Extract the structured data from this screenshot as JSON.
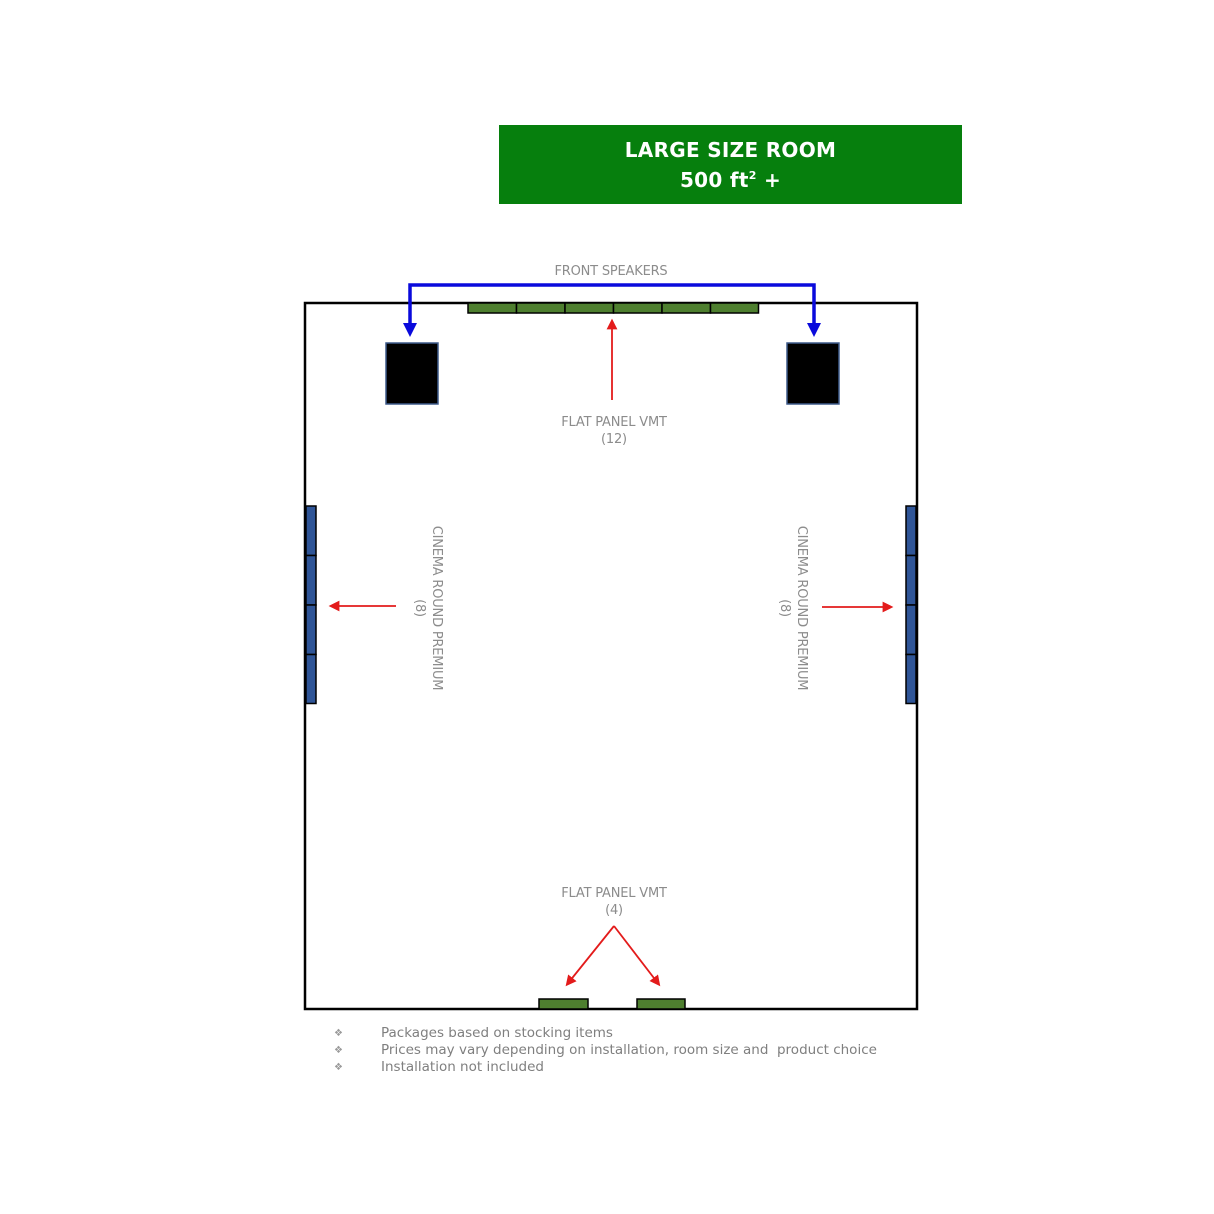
{
  "header": {
    "title": "LARGE SIZE ROOM",
    "size_value": "500 ft",
    "size_superscript": "2",
    "size_suffix": " +",
    "background_color": "#067f0d"
  },
  "diagram": {
    "front_speakers_label": "FRONT SPEAKERS",
    "front_panels": {
      "name": "FLAT PANEL VMT",
      "count": "(12)",
      "segments": 6,
      "color": "#4e7f2f"
    },
    "side_left": {
      "name": "CINEMA ROUND PREMIUM",
      "count": "(8)",
      "segments": 4,
      "color": "#2f5597"
    },
    "side_right": {
      "name": "CINEMA ROUND PREMIUM",
      "count": "(8)",
      "segments": 4,
      "color": "#2f5597"
    },
    "rear_panels": {
      "name": "FLAT PANEL VMT",
      "count": "(4)",
      "segments": 2,
      "color": "#4e7f2f"
    },
    "speakers": [
      {
        "position": "front-left",
        "color": "#000000"
      },
      {
        "position": "front-right",
        "color": "#000000"
      }
    ],
    "arrow_colors": {
      "speaker_connector": "#0a0adc",
      "pointer": "#e31b1b"
    }
  },
  "notes": {
    "bullet": "❖",
    "items": [
      "Packages based on stocking items",
      "Prices may vary depending on installation, room size and  product choice",
      "Installation not included"
    ]
  }
}
